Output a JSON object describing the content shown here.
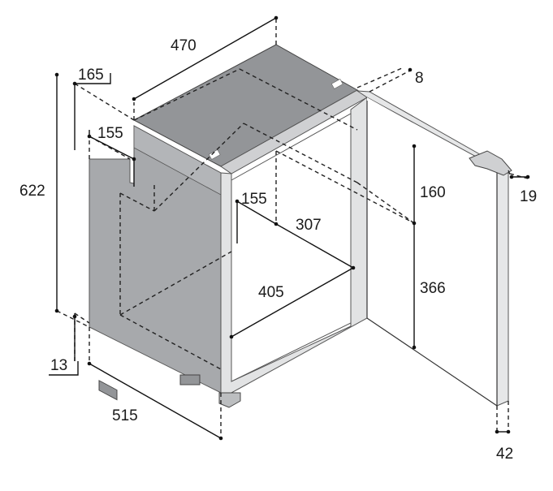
{
  "dimensions": {
    "top_width": "470",
    "step_depth": "165",
    "step_height": "155",
    "total_height": "622",
    "base_offset": "13",
    "depth": "515",
    "hinge_offset": "8",
    "door_thickness": "19",
    "door_total": "42",
    "inner_shelf_depth": "155",
    "inner_depth": "307",
    "inner_upper_height": "160",
    "inner_width": "405",
    "inner_lower_height": "366"
  },
  "colors": {
    "body_gray": "#a7a9ac",
    "top_gray": "#939598",
    "frame_light": "#e2e3e4",
    "door_fill": "#ffffff",
    "line": "#222222"
  }
}
